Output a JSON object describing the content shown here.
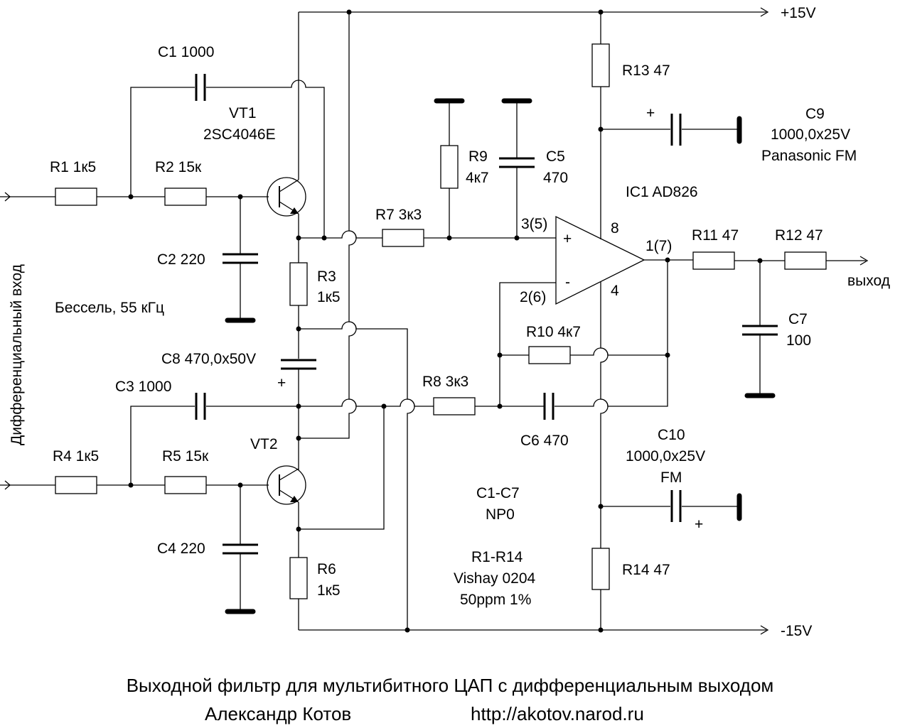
{
  "labels": {
    "supply_pos": "+15V",
    "supply_neg": "-15V",
    "input": "Дифференциальный вход",
    "output": "выход",
    "filter_note": "Бессель, 55 кГц",
    "vt1_name": "VT1",
    "vt1_type": "2SC4046E",
    "vt2_name": "VT2",
    "ic1": "IC1 AD826",
    "r1": "R1 1к5",
    "r2": "R2 15к",
    "r3_name": "R3",
    "r3_value": "1к5",
    "r4": "R4 1к5",
    "r5": "R5 15к",
    "r6_name": "R6",
    "r6_value": "1к5",
    "r7": "R7 3к3",
    "r8": "R8 3к3",
    "r9_name": "R9",
    "r9_value": "4к7",
    "r10": "R10 4к7",
    "r11": "R11 47",
    "r12": "R12 47",
    "r13": "R13 47",
    "r14": "R14 47",
    "c1": "C1 1000",
    "c2": "C2 220",
    "c3": "C3 1000",
    "c4": "C4 220",
    "c5_name": "C5",
    "c5_value": "470",
    "c6": "C6 470",
    "c7_name": "C7",
    "c7_value": "100",
    "c8": "C8 470,0x50V",
    "c9_name": "C9",
    "c9_value": "1000,0x25V",
    "c9_type": "Panasonic FM",
    "c10_name": "C10",
    "c10_value": "1000,0x25V",
    "c10_type": "FM",
    "plus": "+",
    "minus": "-",
    "pin_noninv": "3(5)",
    "pin_inv": "2(6)",
    "pin_out": "1(7)",
    "pin_vpos": "8",
    "pin_vneg": "4",
    "note_caps_range": "C1-C7",
    "note_caps_type": "NP0",
    "note_res_range": "R1-R14",
    "note_res_type": "Vishay 0204",
    "note_res_spec": "50ppm 1%",
    "caption_title": "Выходной фильтр для мультибитного ЦАП с дифференциальным выходом",
    "caption_author": "Александр Котов",
    "caption_url": "http://akotov.narod.ru"
  }
}
